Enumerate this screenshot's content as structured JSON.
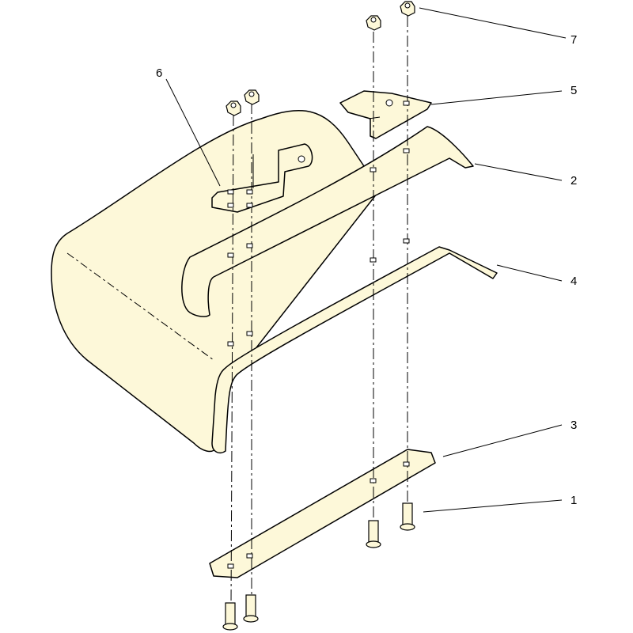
{
  "callouts": [
    {
      "id": "7",
      "label": "7"
    },
    {
      "id": "6",
      "label": "6"
    },
    {
      "id": "5",
      "label": "5"
    },
    {
      "id": "2",
      "label": "2"
    },
    {
      "id": "4",
      "label": "4"
    },
    {
      "id": "3",
      "label": "3"
    },
    {
      "id": "1",
      "label": "1"
    }
  ],
  "colors": {
    "part_fill": "#fdf8d9",
    "line": "#000000",
    "background": "#ffffff"
  }
}
